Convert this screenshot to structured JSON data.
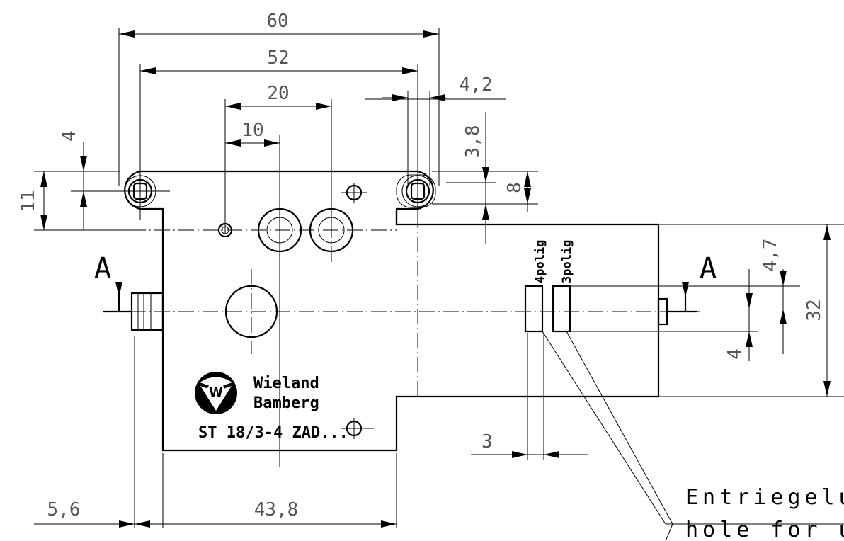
{
  "dimensions": {
    "width_60": "60",
    "width_52": "52",
    "width_20": "20",
    "width_10": "10",
    "dim_4_2": "4,2",
    "dim_3_8": "3,8",
    "dim_4_left": "4",
    "dim_11": "11",
    "dim_8": "8",
    "dim_4_7": "4,7",
    "dim_32": "32",
    "dim_4_right": "4",
    "dim_3": "3",
    "dim_5_6": "5,6",
    "dim_43_8": "43,8"
  },
  "section_marks": {
    "left": "A",
    "right": "A"
  },
  "labels": {
    "pole_4": "4polig",
    "pole_3": "3polig",
    "brand_line1": "Wieland",
    "brand_line2": "Bamberg",
    "model": "ST 18/3-4 ZAD...",
    "note_line1": "Entriegelung",
    "note_line2": "hole for unl"
  },
  "icons": {
    "logo": "wieland-logo-icon"
  }
}
